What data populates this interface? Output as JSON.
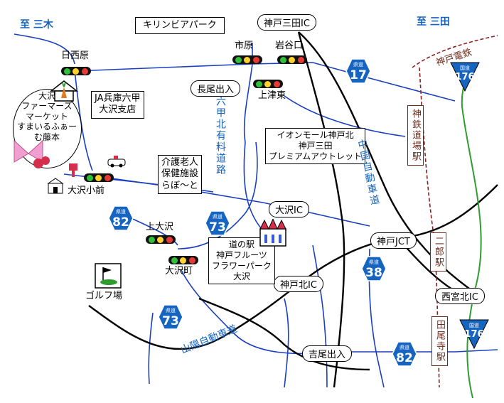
{
  "directions": {
    "west": "至 三木",
    "east": "至 三田"
  },
  "header": {
    "kirin": "キリンビアパーク"
  },
  "ic": {
    "kobe_sanda": "神戸三田IC",
    "osawa": "大沢IC",
    "kobe_kita": "神戸北IC",
    "nishinomiya_kita": "西宮北IC",
    "kobe_jct": "神戸JCT",
    "yoshio": "吉尾出入",
    "nagao": "長尾出入"
  },
  "intersections": {
    "hiegahara": "日西原",
    "ichihara": "市原",
    "iwatani": "岩谷口",
    "kamitsuhigashi": "上津東",
    "osawa_shomae": "大沢小前",
    "kamiosawa": "上大沢",
    "osawacho": "大沢町"
  },
  "facilities": {
    "farmers_market": "大沢\nファーマーズ\nマーケット\nすまいるふぁー\nむ藤本",
    "ja": "JA兵庫六甲\n大沢支店",
    "aeon": "イオンモール神戸北\n神戸三田\nプレミアムアウトレット",
    "kaigo": "介護老人\n保健施設\nらぼ〜と",
    "michinoeki": "道の駅\n神戸フルーツ\nフラワーパーク\n大沢",
    "golf": "ゴルフ場"
  },
  "roads": {
    "rokko_kita": "六甲北有料道路",
    "chugoku": "中国自動車道",
    "sanyo": "山陽自動車道",
    "railway": "神戸電鉄"
  },
  "stations": {
    "shintetsu_doba": "神鉄道場駅",
    "nirou": "二郎駅",
    "tajiriji": "田尾寺駅"
  },
  "routes": {
    "prefectural_label": "県道",
    "national_label": "国道",
    "r17": "17",
    "r82": "82",
    "r73": "73",
    "r38": "38",
    "r176": "176"
  },
  "colors": {
    "expressway": "#000000",
    "local_road": "#1a3fbf",
    "national_road": "#2e9e2e",
    "railway": "#8a1f1f",
    "shield": "#1565c0"
  }
}
